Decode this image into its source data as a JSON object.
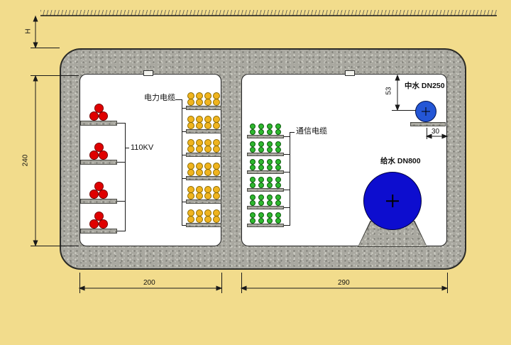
{
  "diagram": {
    "type": "utility-tunnel-cross-section",
    "labels": {
      "power_cable": "电力电缆",
      "hv_voltage": "110KV",
      "comm_cable": "通信电缆",
      "reclaimed_water_pipe": "中水 DN250",
      "water_supply_pipe": "给水 DN800"
    },
    "dimensions": {
      "cover_depth": "H",
      "inner_height": "240",
      "left_chamber_width": "200",
      "right_chamber_width": "290",
      "reclaimed_pipe_top_offset": "53",
      "reclaimed_pipe_side_offset": "30"
    },
    "cable_racks": {
      "hv": {
        "brackets": 4,
        "cables_per_bracket": 3
      },
      "power": {
        "shelves": 6,
        "rows": 2,
        "cols": 4
      },
      "comm": {
        "shelves": 6,
        "rows": 2,
        "cols": 4
      }
    },
    "colors": {
      "background": "#f2dc8c",
      "concrete": "#a9a8a0",
      "hv_red": "#e00000",
      "power_yellow": "#f0b41e",
      "comm_green": "#2eb82e",
      "water_supply_blue": "#0d0dcf",
      "reclaimed_blue": "#2456d6",
      "line": "#1a1a1a"
    }
  }
}
